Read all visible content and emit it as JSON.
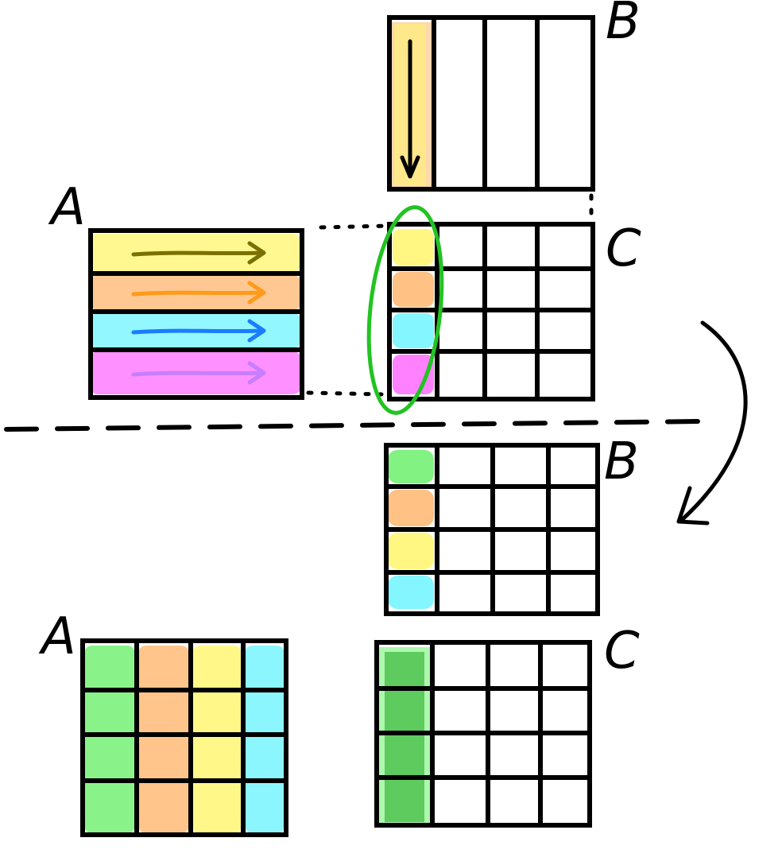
{
  "labels": {
    "top_b": "B",
    "top_a": "A",
    "top_c": "C",
    "bottom_b": "B",
    "bottom_a": "A",
    "bottom_c": "C"
  },
  "colors": {
    "yellow": "#fff66b",
    "orange": "#ffb66e",
    "cyan": "#6ff4ff",
    "magenta": "#ff6bff",
    "green": "#6cf06c",
    "dark_green": "#3bb83b",
    "circle_green": "#22c322",
    "ink": "#000000"
  },
  "top_a_row_colors": [
    "#fff66b",
    "#ffb66e",
    "#6ff4ff",
    "#ff6bff"
  ],
  "top_a_arrow_colors": [
    "#7a7000",
    "#ff9a1a",
    "#1a7dff",
    "#c77dff"
  ],
  "top_c_col0_colors": [
    "#fff66b",
    "#ffb66e",
    "#6ff4ff",
    "#ff6bff"
  ],
  "bottom_b_col0_colors": [
    "#6cf06c",
    "#ffb66e",
    "#fff66b",
    "#6ff4ff"
  ],
  "bottom_a_col_colors": [
    "#6cf06c",
    "#ffb66e",
    "#fff66b",
    "#6ff4ff"
  ]
}
